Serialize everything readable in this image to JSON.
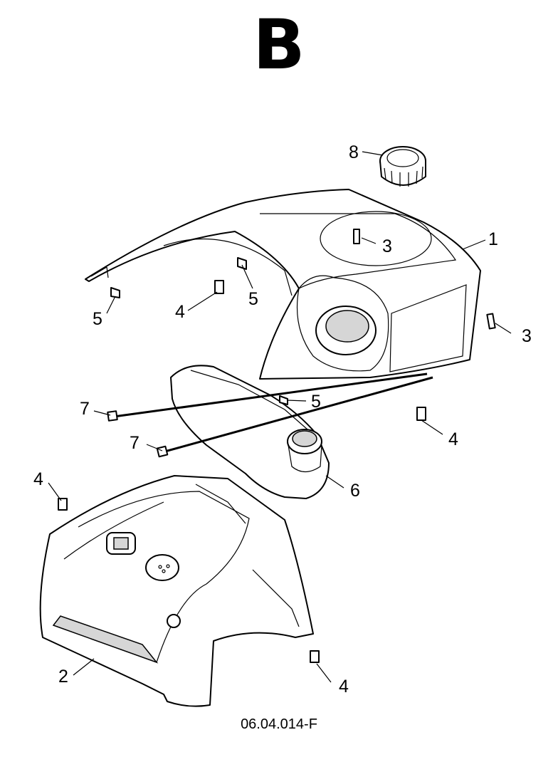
{
  "section_letter": "B",
  "drawing_code": "06.04.014-F",
  "callouts": [
    "1",
    "2",
    "3",
    "3",
    "4",
    "4",
    "4",
    "4",
    "5",
    "5",
    "5",
    "6",
    "7",
    "7",
    "8"
  ]
}
